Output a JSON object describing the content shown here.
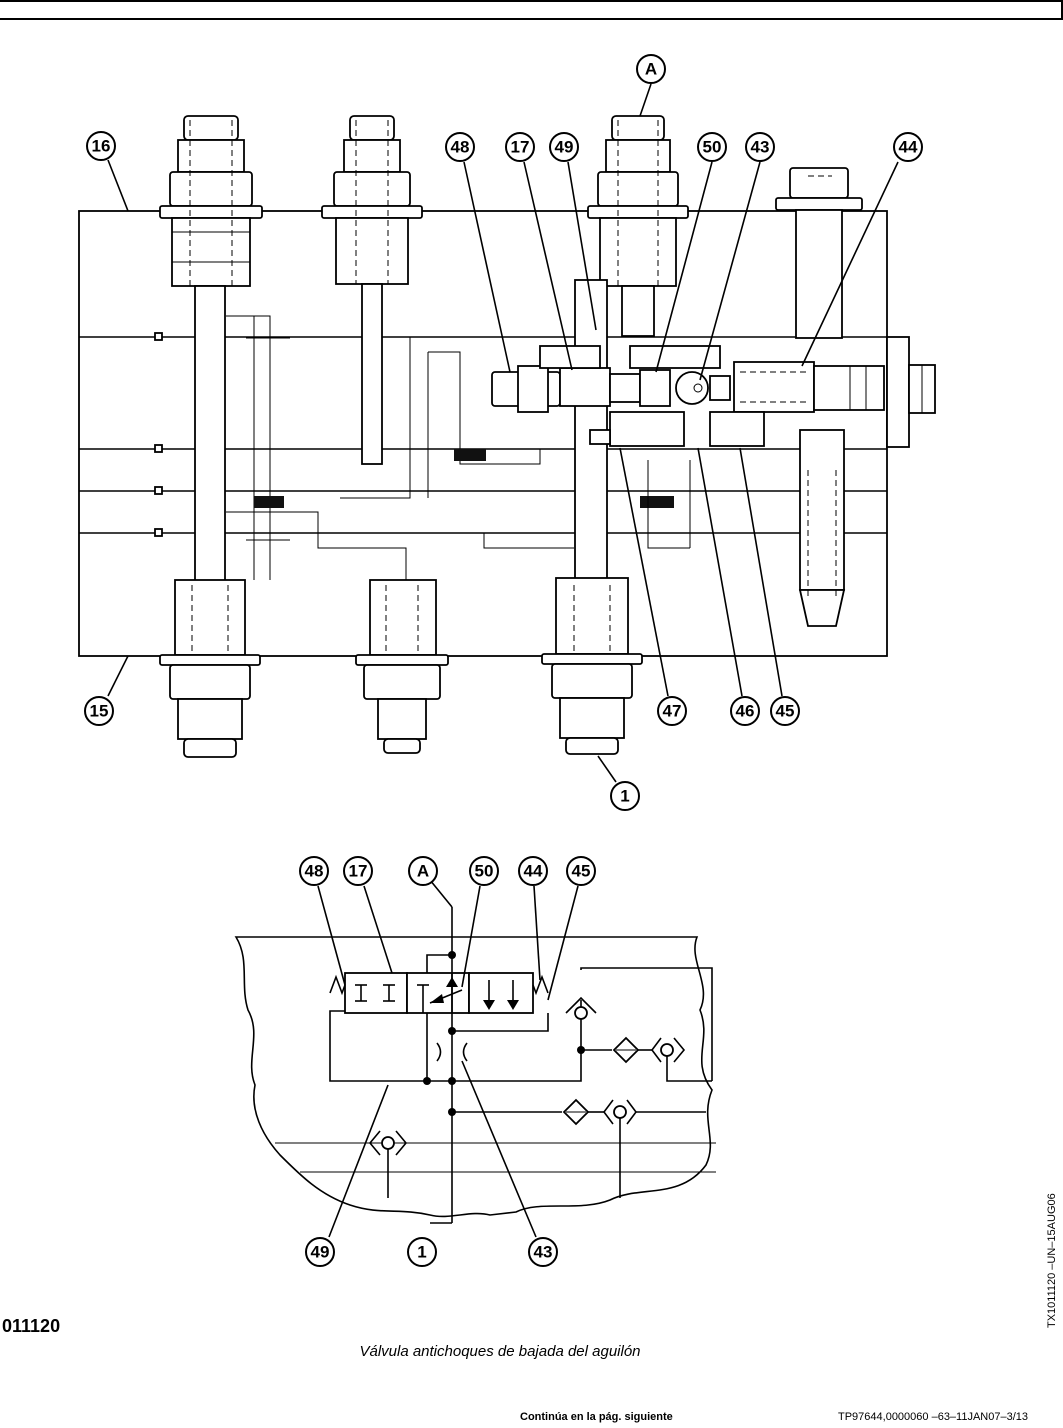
{
  "upper_callouts": [
    "A",
    "16",
    "48",
    "17",
    "49",
    "50",
    "43",
    "44",
    "15",
    "47",
    "46",
    "45",
    "1"
  ],
  "lower_callouts": [
    "48",
    "17",
    "A",
    "50",
    "44",
    "45",
    "49",
    "1",
    "43"
  ],
  "figure_number": "011120",
  "caption": "Válvula antichoques de bajada del aguilón",
  "side_code": "TX1011120 –UN–15AUG06",
  "footer": {
    "continued": "Continúa en la pág. siguiente",
    "reference": "TP97644,0000060   –63–11JAN07–3/13"
  }
}
